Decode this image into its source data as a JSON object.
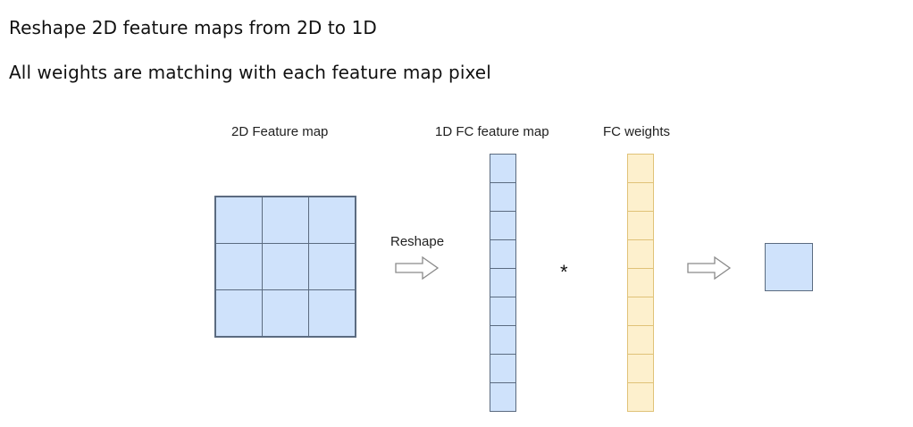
{
  "text": {
    "line1": "Reshape 2D feature maps from 2D to 1D",
    "line2": "All weights are matching with each feature map pixel"
  },
  "diagram": {
    "label_2d_map": "2D Feature map",
    "label_1d_map": "1D FC feature map",
    "label_weights": "FC weights",
    "label_reshape": "Reshape",
    "operator": "*",
    "grid_rows": 3,
    "grid_cols": 3,
    "column_cells": 9
  },
  "colors": {
    "feature_fill": "#cfe2fb",
    "feature_stroke": "#5b6b80",
    "weight_fill": "#fdf0cd",
    "weight_stroke": "#e0c278",
    "arrow_stroke": "#8a8a8a"
  }
}
